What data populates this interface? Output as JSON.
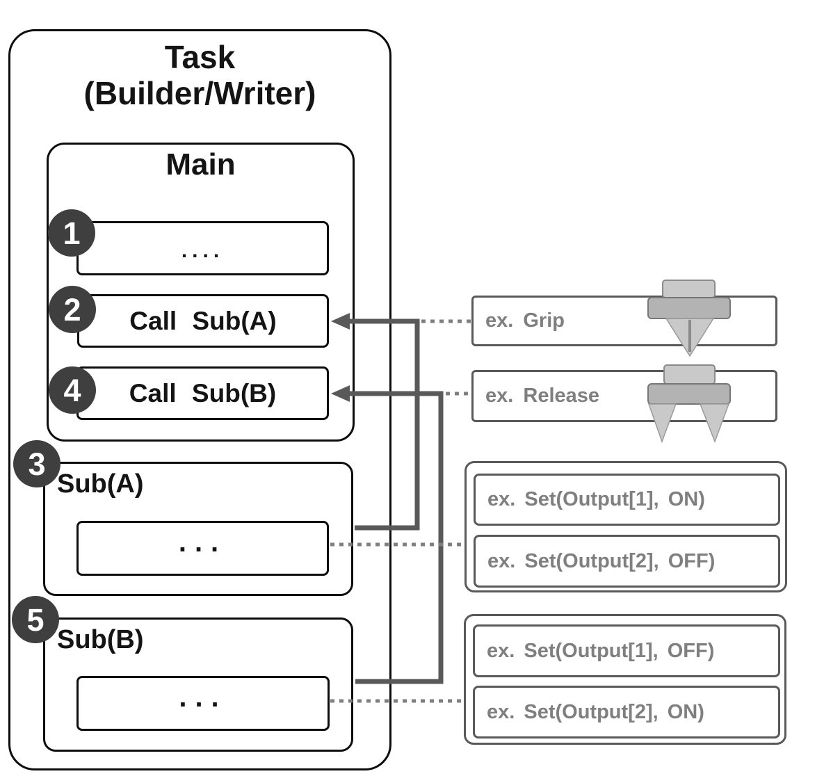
{
  "task": {
    "title_line1": "Task",
    "title_line2": "(Builder/Writer)"
  },
  "main": {
    "title": "Main",
    "steps": [
      {
        "badge": "1",
        "label": "...."
      },
      {
        "badge": "2",
        "label": "Call Sub(A)"
      },
      {
        "badge": "4",
        "label": "Call Sub(B)"
      }
    ]
  },
  "subs": [
    {
      "badge": "3",
      "title": "Sub(A)",
      "body": "..."
    },
    {
      "badge": "5",
      "title": "Sub(B)",
      "body": "..."
    }
  ],
  "examples": {
    "grip": {
      "label": "ex. Grip",
      "icon": "gripper-closed-icon"
    },
    "release": {
      "label": "ex. Release",
      "icon": "gripper-open-icon"
    },
    "sub_a_set": [
      {
        "label": "ex. Set(Output[1], ON)"
      },
      {
        "label": "ex. Set(Output[2], OFF)"
      }
    ],
    "sub_b_set": [
      {
        "label": "ex. Set(Output[1], OFF)"
      },
      {
        "label": "ex. Set(Output[2], ON)"
      }
    ]
  },
  "colors": {
    "box_border": "#0d0d0d",
    "connector_solid": "#595959",
    "connector_dotted": "#7f7f7f",
    "badge_bg": "#3f3f3f",
    "example_border": "#595959",
    "example_text": "#7f7f7f",
    "icon_light_gray": "#c9c9c9",
    "icon_mid_gray": "#b3b3b3"
  }
}
